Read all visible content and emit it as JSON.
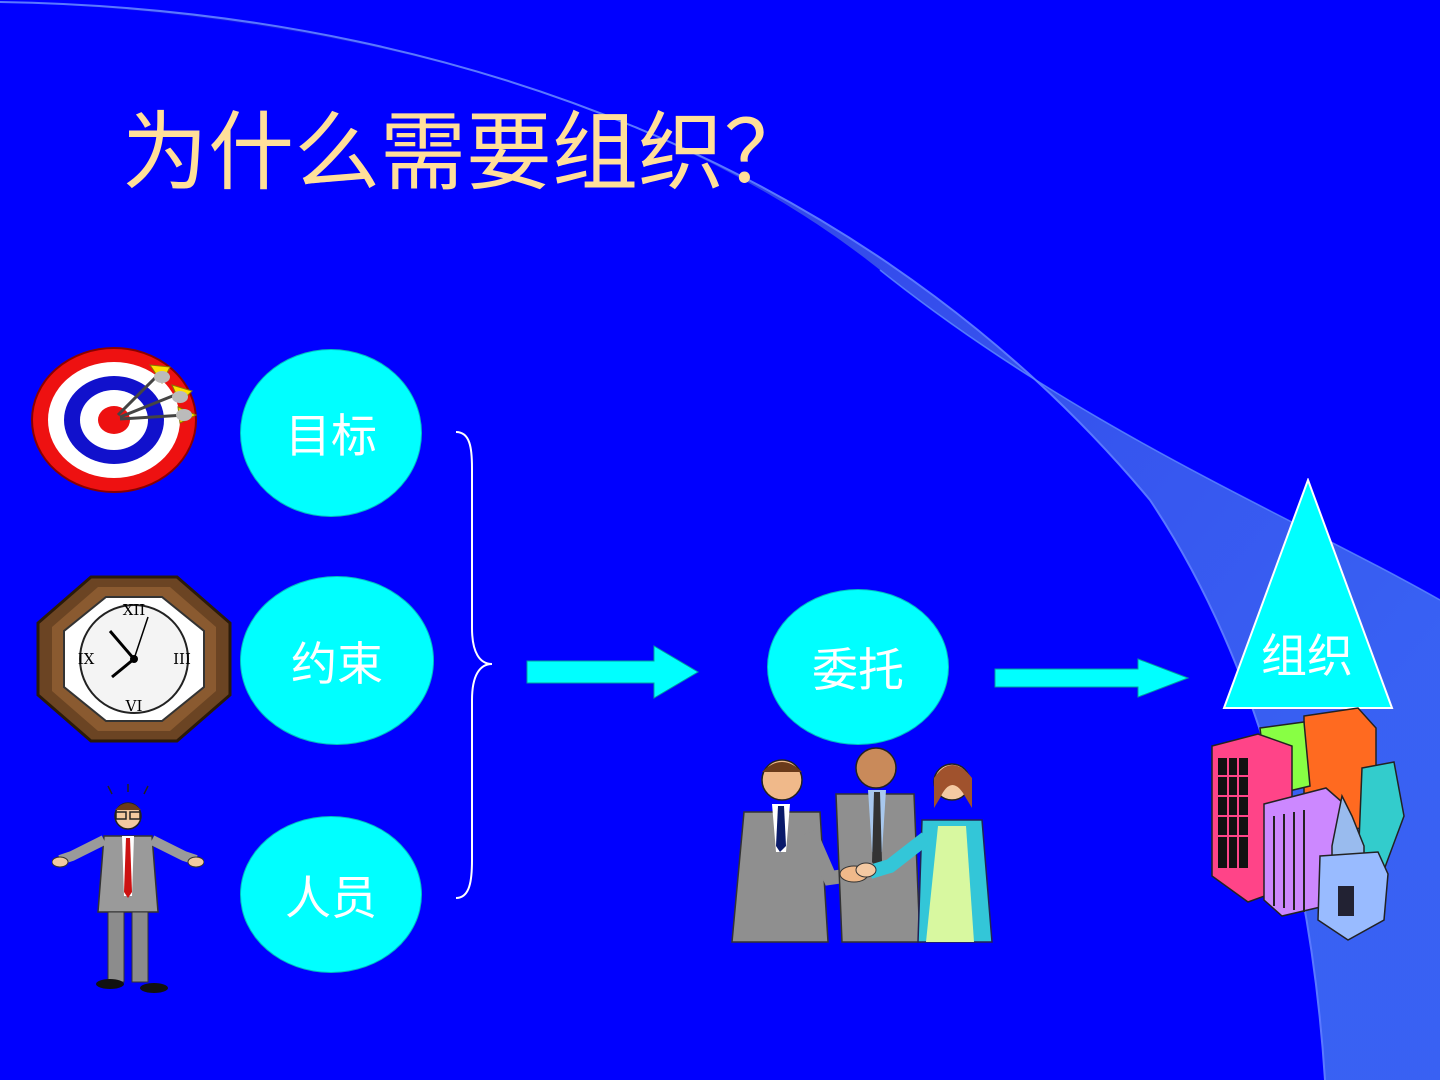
{
  "title": "为什么需要组织？",
  "nodes": {
    "goal": "目标",
    "constraint": "约束",
    "people": "人员",
    "delegation": "委托",
    "organization": "组织"
  },
  "colors": {
    "background": "#0000ff",
    "title": "#ffdf9a",
    "node_fill": "#00ffff",
    "node_text": "#ffffff",
    "arrow": "#00ffff"
  },
  "clipart": [
    "target-icon",
    "wall-clock-icon",
    "confused-businessman-icon",
    "handshake-people-icon",
    "city-buildings-icon"
  ]
}
